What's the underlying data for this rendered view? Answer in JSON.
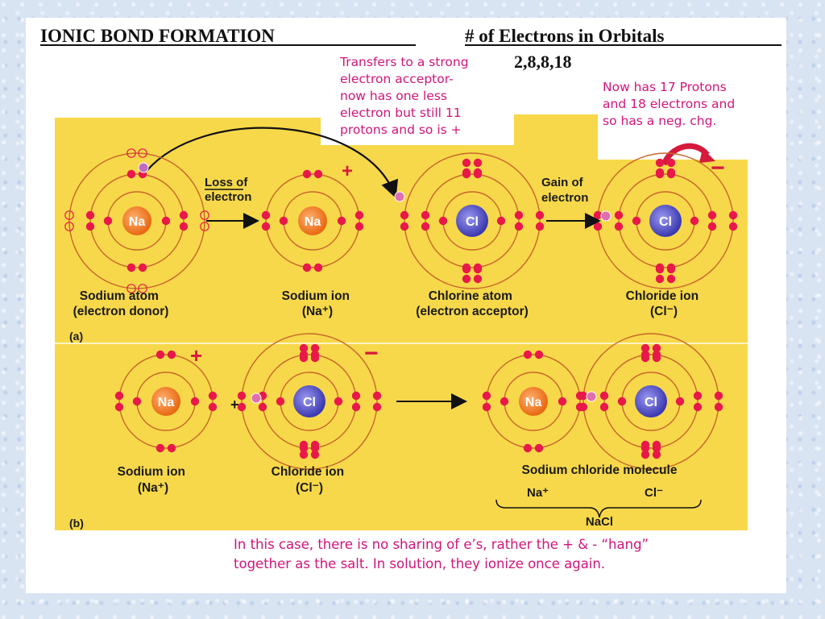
{
  "header": {
    "title": "IONIC BOND FORMATION",
    "subtitle": "# of Electrons in Orbitals",
    "config": "2,8,8,18"
  },
  "notes": {
    "transfer": [
      "Transfers to a strong",
      "electron acceptor-",
      "now has one less",
      "electron but still 11",
      "protons and so is +"
    ],
    "chloride": [
      "Now has 17 Protons",
      "and 18 electrons and",
      "so has a neg. chg."
    ],
    "bottom": [
      "In this case, there is no sharing of e’s, rather the + & - “hang”",
      "together as the salt.  In solution, they ionize once again."
    ]
  },
  "panel_a": {
    "tag": "(a)",
    "loss_label": [
      "Loss of",
      "electron"
    ],
    "gain_label": [
      "Gain of",
      "electron"
    ],
    "plus": "+",
    "minus": "−",
    "atoms": {
      "na_atom": {
        "symbol": "Na",
        "label": [
          "Sodium atom",
          "(electron donor)"
        ]
      },
      "na_ion": {
        "symbol": "Na",
        "label": [
          "Sodium ion",
          "(Na⁺)"
        ]
      },
      "cl_atom": {
        "symbol": "Cl",
        "label": [
          "Chlorine atom",
          "(electron acceptor)"
        ]
      },
      "cl_ion": {
        "symbol": "Cl",
        "label": [
          "Chloride ion",
          "(Cl⁻)"
        ]
      }
    }
  },
  "panel_b": {
    "tag": "(b)",
    "plus_sign": "+",
    "ion_plus": "+",
    "ion_minus": "−",
    "na_ion": {
      "symbol": "Na",
      "label": [
        "Sodium ion",
        "(Na⁺)"
      ]
    },
    "cl_ion": {
      "symbol": "Cl",
      "label": [
        "Chloride ion",
        "(Cl⁻)"
      ]
    },
    "molecule": {
      "na_symbol": "Na",
      "cl_symbol": "Cl",
      "label": "Sodium chloride molecule",
      "na_sub": "Na⁺",
      "cl_sub": "Cl⁻",
      "formula": "NaCl"
    }
  },
  "colors": {
    "panel": "#f7d84a",
    "electron": "#e8194a",
    "na_nucleus": "#f0781e",
    "cl_nucleus": "#5a57c8",
    "note_text": "#d0157a",
    "shell": "#c9662a"
  }
}
